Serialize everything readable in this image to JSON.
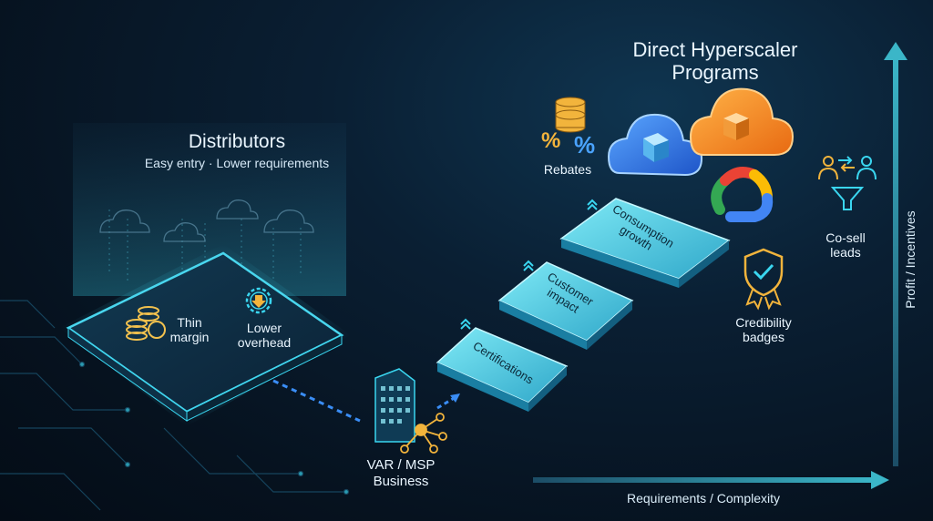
{
  "distributors": {
    "title": "Distributors",
    "subtitle": "Easy entry · Lower requirements",
    "thin_margin": "Thin margin",
    "lower_overhead": "Lower overhead"
  },
  "var_msp": {
    "label": "VAR / MSP Business"
  },
  "steps": [
    "Certifications",
    "Customer impact",
    "Consumption growth"
  ],
  "hyperscaler": {
    "title": "Direct Hyperscaler Programs"
  },
  "rebates": "Rebates",
  "credibility_badges": "Credibility badges",
  "co_sell_leads": "Co-sell leads",
  "axes": {
    "x_label": "Requirements / Complexity",
    "y_label": "Profit / Incentives"
  },
  "colors": {
    "accent": "#3ad6f0",
    "gold": "#f2b43c",
    "orange": "#f08a24",
    "google_blue": "#4285f4",
    "google_red": "#ea4335",
    "google_yellow": "#fbbc05",
    "google_green": "#34a853"
  }
}
